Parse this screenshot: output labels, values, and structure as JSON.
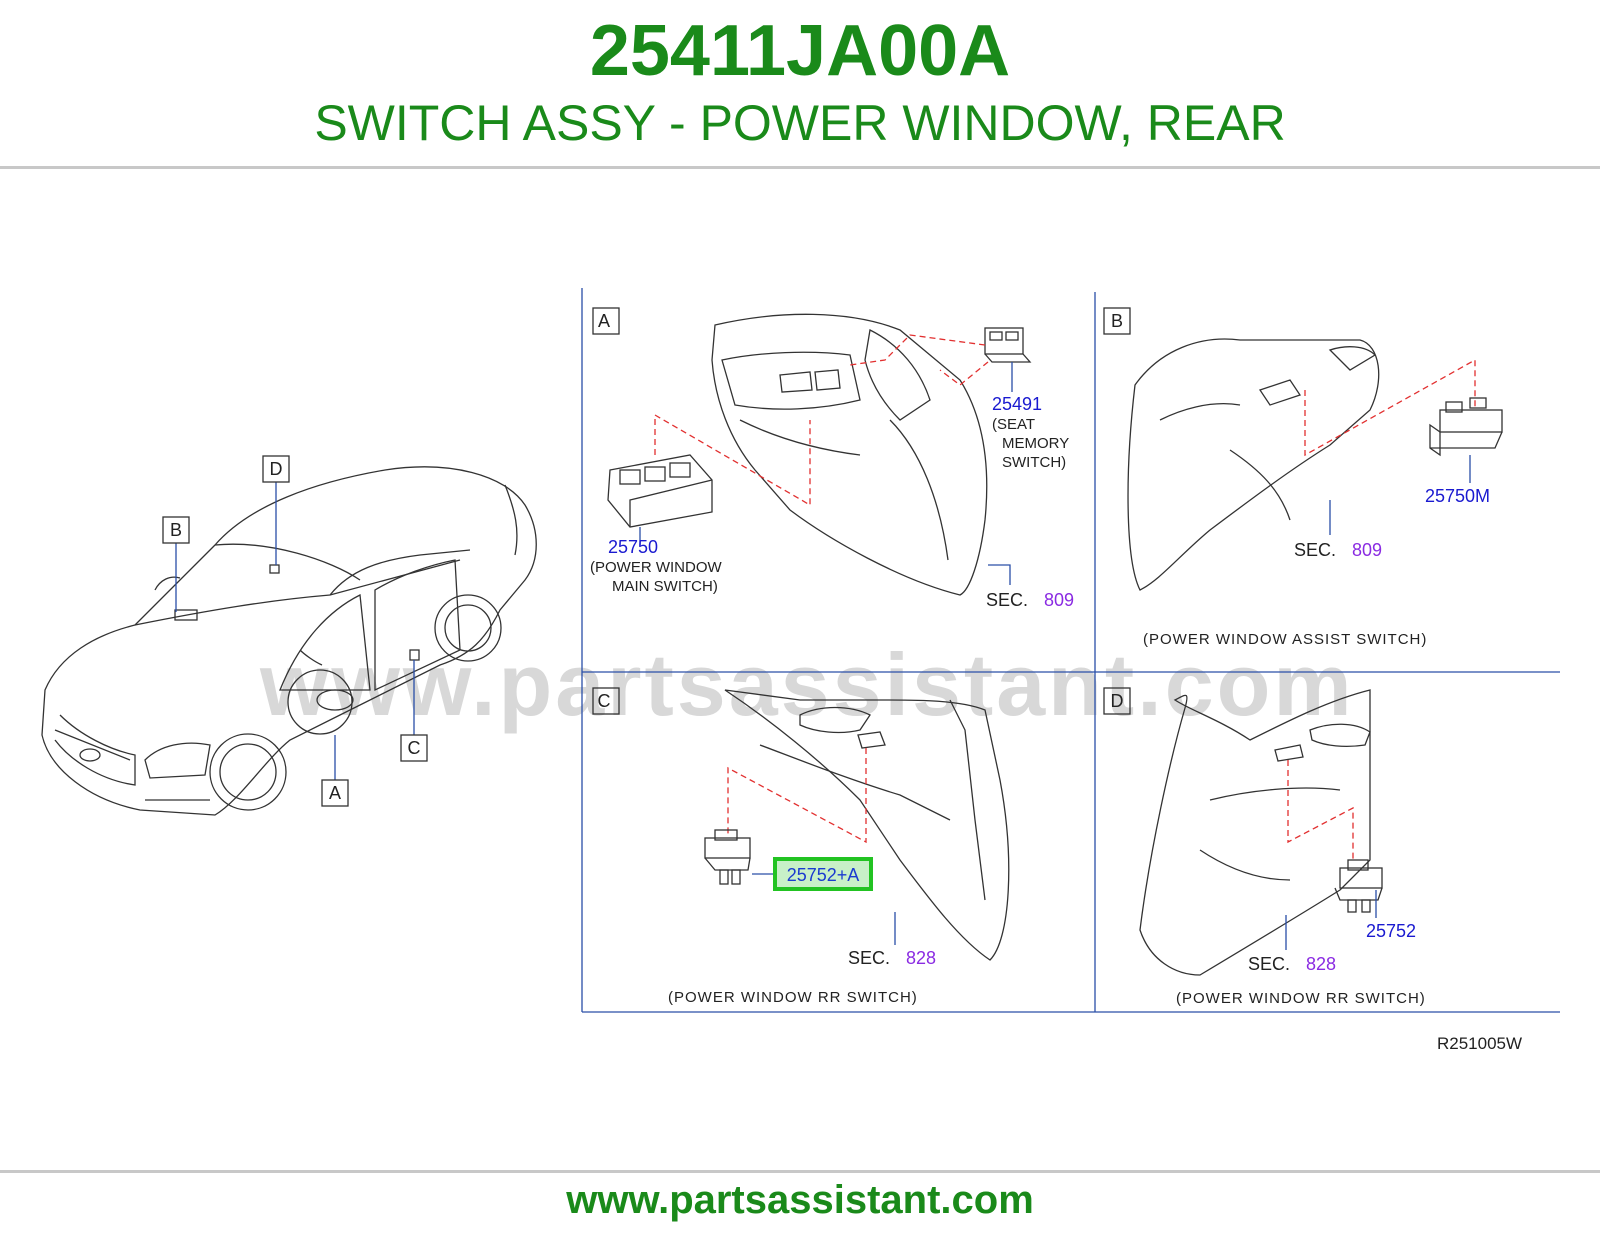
{
  "header": {
    "part_number": "25411JA00A",
    "description": "SWITCH ASSY - POWER WINDOW, REAR"
  },
  "watermark": "www.partsassistant.com",
  "footer": {
    "url": "www.partsassistant.com"
  },
  "diagram": {
    "overview_callouts": {
      "a": "A",
      "b": "B",
      "c": "C",
      "d": "D"
    },
    "panel_a": {
      "tag": "A",
      "part_1": "25491",
      "part_1_desc_1": "(SEAT",
      "part_1_desc_2": "MEMORY",
      "part_1_desc_3": "SWITCH)",
      "part_2": "25750",
      "part_2_desc_1": "(POWER   WINDOW",
      "part_2_desc_2": "MAIN   SWITCH)",
      "sec_label": "SEC.",
      "sec_num": "809"
    },
    "panel_b": {
      "tag": "B",
      "part": "25750M",
      "sec_label": "SEC.",
      "sec_num": "809",
      "caption": "(POWER   WINDOW   ASSIST   SWITCH)"
    },
    "panel_c": {
      "tag": "C",
      "part_highlighted": "25752+A",
      "sec_label": "SEC.",
      "sec_num": "828",
      "caption": "(POWER   WINDOW   RR   SWITCH)"
    },
    "panel_d": {
      "tag": "D",
      "part": "25752",
      "sec_label": "SEC.",
      "sec_num": "828",
      "caption": "(POWER   WINDOW   RR   SWITCH)"
    },
    "reference_code": "R251005W"
  },
  "colors": {
    "brand_green": "#1a8a1a",
    "part_number_blue": "#1a1ad0",
    "section_purple": "#8a2be2",
    "highlight_green": "#22c322",
    "leader_red": "#e23030",
    "frame_blue": "#2a4fa8"
  }
}
